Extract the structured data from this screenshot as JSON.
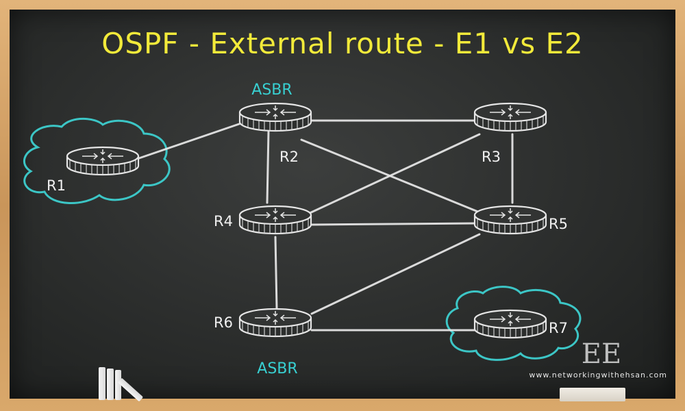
{
  "title": "OSPF - External route - E1 vs E2",
  "asbr_top": "ASBR",
  "asbr_bottom": "ASBR",
  "routers": {
    "r1": "R1",
    "r2": "R2",
    "r3": "R3",
    "r4": "R4",
    "r5": "R5",
    "r6": "R6",
    "r7": "R7"
  },
  "watermark": {
    "logo": "EE",
    "site": "www.networkingwithehsan.com"
  },
  "colors": {
    "title": "#f2ea3a",
    "asbr": "#38d0d2",
    "cloud": "#3cc6c6",
    "chalk": "#e9e9e9"
  }
}
